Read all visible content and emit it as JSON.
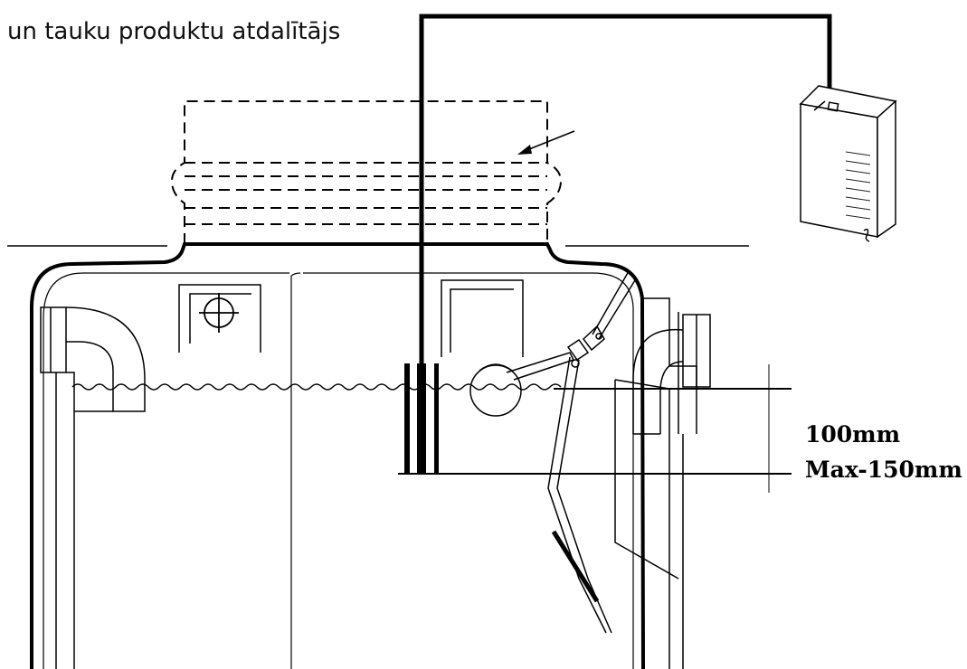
{
  "caption": "un tauku produktu atdalītājs",
  "dimensions": {
    "distance_label": "100mm",
    "max_label": "Max-150mm"
  },
  "colors": {
    "ink": "#000000",
    "sketch": "#333333",
    "background": "#ffffff"
  }
}
